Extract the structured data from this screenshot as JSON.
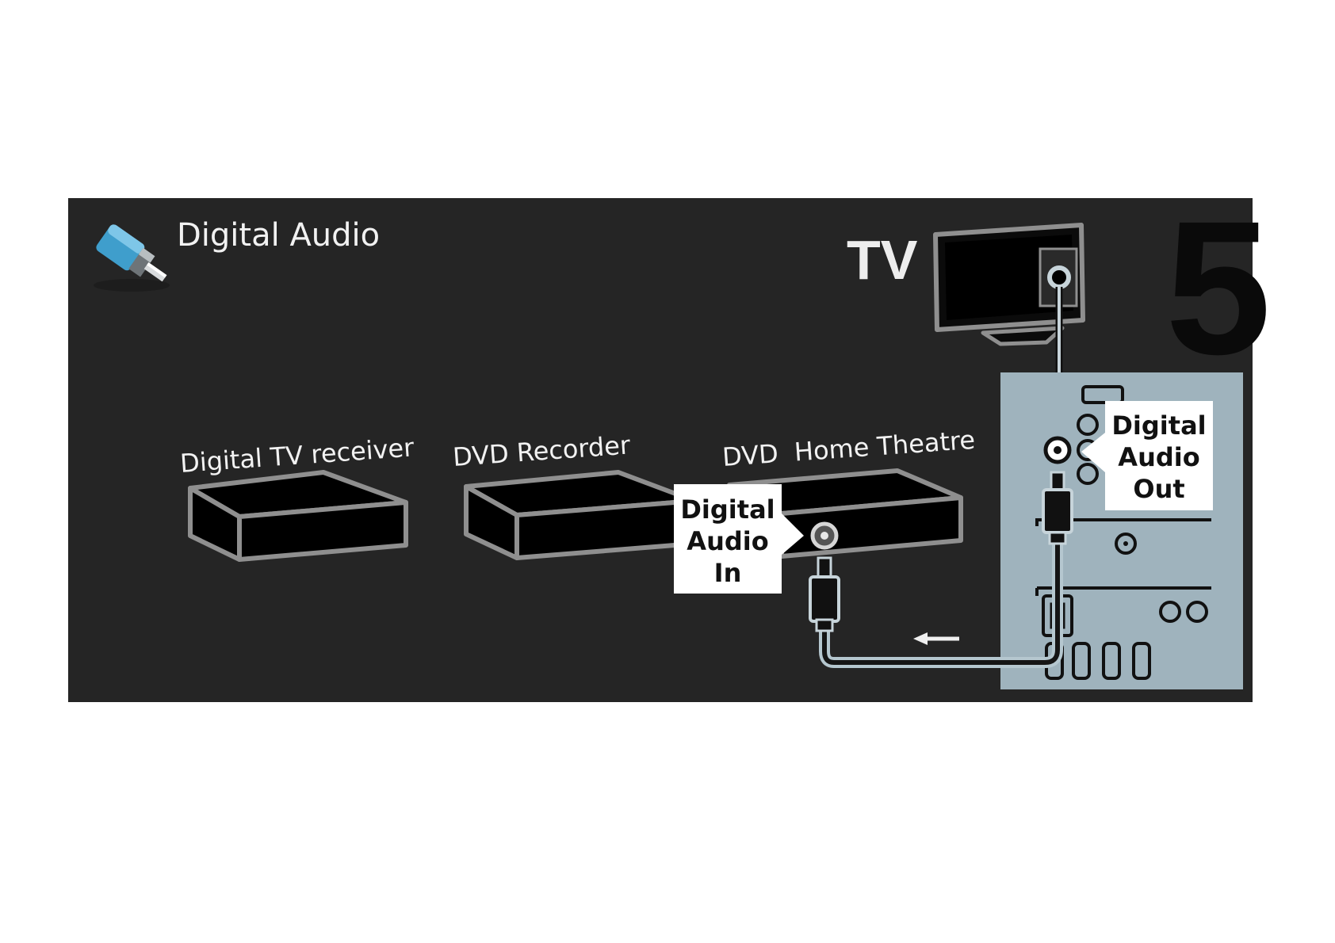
{
  "header": {
    "title": "Digital Audio",
    "step_number": "5",
    "connector_icon": "rca-plug-icon"
  },
  "tv": {
    "label": "TV"
  },
  "devices": [
    {
      "label": "Digital TV receiver"
    },
    {
      "label": "DVD Recorder"
    },
    {
      "label": "DVD  Home Theatre"
    }
  ],
  "callouts": {
    "audio_in": {
      "line1": "Digital",
      "line2": "Audio",
      "line3": "In"
    },
    "audio_out": {
      "line1": "Digital",
      "line2": "Audio",
      "line3": "Out"
    }
  },
  "colors": {
    "panel_bg": "#252525",
    "tv_back_panel": "#9fb3bd",
    "device_outline": "#8f8f8f",
    "cable_outline": "#b5c7cf",
    "callout_bg": "#ffffff"
  }
}
